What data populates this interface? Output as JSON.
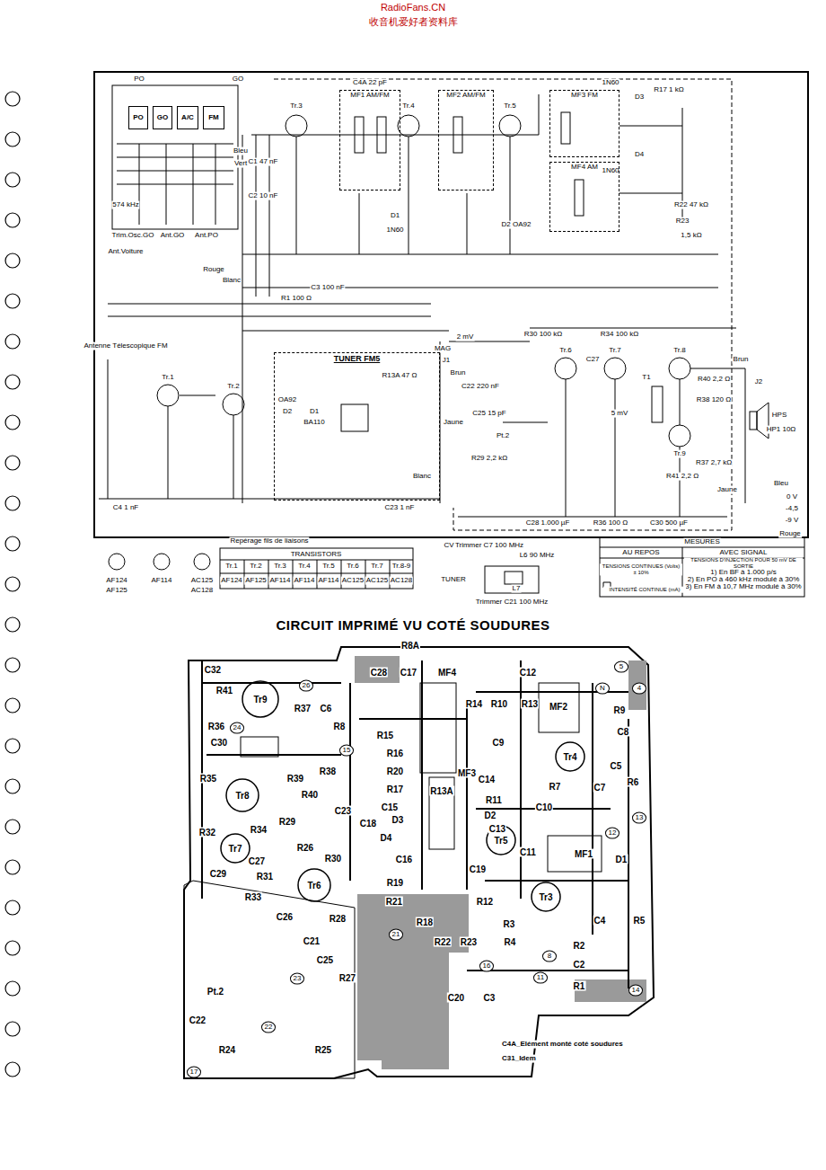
{
  "diagram": {
    "title": "CIRCUIT IMPRIMÉ VU COTÉ SOUDURES",
    "nodes": [
      {
        "text": [
          "PO"
        ]
      },
      {
        "text": [
          "GO"
        ]
      },
      {
        "text": [
          "A/C"
        ]
      },
      {
        "text": [
          "FM"
        ]
      },
      {
        "text": [
          "MF1 AM/FM"
        ]
      },
      {
        "text": [
          "MF2 AM/FM"
        ]
      },
      {
        "text": [
          "MF3 FM"
        ]
      },
      {
        "text": [
          "MF4 AM"
        ]
      },
      {
        "text": [
          "TUNER FM5"
        ]
      }
    ],
    "labels": [
      "RadioFans.CN",
      "收音机爱好者资料库",
      "PO",
      "GO",
      "Ant.Voiture",
      "574 kHz",
      "Trim.Osc.GO",
      "Ant.GO",
      "Ant.PO",
      "Tr.3",
      "Tr.4",
      "Tr.5",
      "C4A 22 pF",
      "1N60",
      "D3",
      "R17 1 kΩ",
      "D4",
      "1N60",
      "R22 47 kΩ",
      "R23",
      "1,5 kΩ",
      "D1",
      "1N60",
      "D2 OA92",
      "C1 47 nF",
      "C2 10 nF",
      "C3 100 nF",
      "R1 100 Ω",
      "Bleu",
      "Vert",
      "Rouge",
      "Blanc",
      "Antenne Télescopique FM",
      "Tr.1",
      "Tr.2",
      "OA92",
      "D2",
      "BA110",
      "D1",
      "R13A 47 Ω",
      "C4 1 nF",
      "C23 1 nF",
      "MAG",
      "J1",
      "Brun",
      "Jaune",
      "Blanc",
      "Tr.6",
      "Tr.7",
      "Tr.8",
      "Tr.9",
      "R30 100 kΩ",
      "R34 100 kΩ",
      "C27",
      "T1",
      "R40 2,2 Ω",
      "R38 120 Ω",
      "R37 2,7 kΩ",
      "R41 2,2 Ω",
      "J2",
      "HPS",
      "HP1 10Ω",
      "Brun",
      "Jaune",
      "Bleu",
      "0 V",
      "-4,5",
      "-9 V",
      "Rouge",
      "C28 1.000 µF",
      "R36 100 Ω",
      "C30 500 µF",
      "Pt.2",
      "R29 2,2 kΩ",
      "C25 15 pF",
      "C22 220 nF",
      "2 mV",
      "5 mV",
      "Repérage fils de liaisons",
      "TRANSISTORS",
      "Tr.1",
      "Tr.2",
      "Tr.3",
      "Tr.4",
      "Tr.5",
      "Tr.6",
      "Tr.7",
      "Tr.8-9",
      "AF124",
      "AF125",
      "AF114",
      "AF114",
      "AF114",
      "AC125",
      "AC125",
      "AC128",
      "AF124",
      "AF125",
      "AF114",
      "AC125",
      "AC128",
      "CV",
      "Trimmer C7 100 MHz",
      "L6 90 MHz",
      "TUNER",
      "Trimmer C21 100 MHz",
      "L7",
      "MESURES",
      "AU REPOS",
      "AVEC SIGNAL",
      "TENSIONS CONTINUES (Volts) ± 10%",
      "TENSIONS D'INJECTION POUR 50 mV DE SORTIE",
      "1) En BF à 1.000 p/s",
      "2) En PO à 460 kHz modulé à 30%",
      "3) En FM à 10,7 MHz modulé à 30%",
      "INTENSITÉ CONTINUE (mA)",
      "C32",
      "Tr9",
      "26",
      "R41",
      "R37",
      "C6",
      "R36",
      "24",
      "C30",
      "R35",
      "R38",
      "15",
      "R39",
      "Tr8",
      "R40",
      "C23",
      "R32",
      "R34",
      "Tr7",
      "R29",
      "R26",
      "C27",
      "C29",
      "R31",
      "R30",
      "Tr6",
      "R33",
      "C26",
      "R28",
      "C21",
      "C25",
      "23",
      "R27",
      "Pt.2",
      "22",
      "C22",
      "R24",
      "R25",
      "17",
      "R8A",
      "C28",
      "C17",
      "MF4",
      "R8",
      "R15",
      "R16",
      "R20",
      "R17",
      "C15",
      "D3",
      "D4",
      "C16",
      "C18",
      "R19",
      "R21",
      "21",
      "R18",
      "R22",
      "MF3",
      "R13A",
      "C14",
      "R11",
      "D2",
      "C13",
      "R14",
      "R10",
      "R13",
      "C9",
      "C12",
      "MF2",
      "R9",
      "C8",
      "C5",
      "Tr4",
      "C7",
      "R6",
      "13",
      "R7",
      "C10",
      "C11",
      "Tr5",
      "12",
      "MF1",
      "D1",
      "C19",
      "R12",
      "Tr3",
      "R3",
      "R4",
      "C4",
      "R5",
      "R23",
      "16",
      "R2",
      "C2",
      "8",
      "R1",
      "11",
      "C20",
      "C3",
      "14",
      "5",
      "N",
      "4",
      "C4A_Elément monté coté soudures",
      "C31_Idem"
    ]
  }
}
